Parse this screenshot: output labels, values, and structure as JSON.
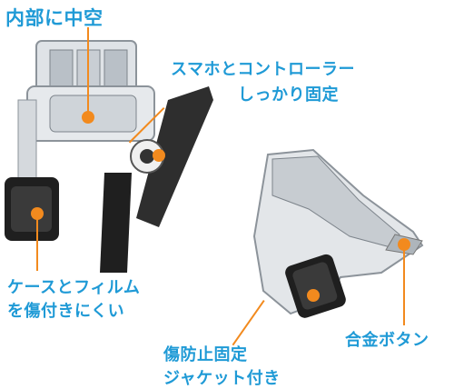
{
  "labels": {
    "hollow": "内部に中空",
    "secure_line1": "スマホとコントローラー",
    "secure_line2": "しっかり固定",
    "case_line1": "ケースとフィルム",
    "case_line2": "を傷付きにくい",
    "alloy_button": "合金ボタン",
    "jacket_line1": "傷防止固定",
    "jacket_line2": "ジャケット付き"
  },
  "colors": {
    "label_text": "#1f9ad6",
    "pointer": "#f28a1e",
    "pad": "#2b2b2b",
    "frame": "#b7bcc2"
  },
  "icons": {
    "controller_front": "game-controller-front-view",
    "controller_side": "game-controller-side-view"
  }
}
